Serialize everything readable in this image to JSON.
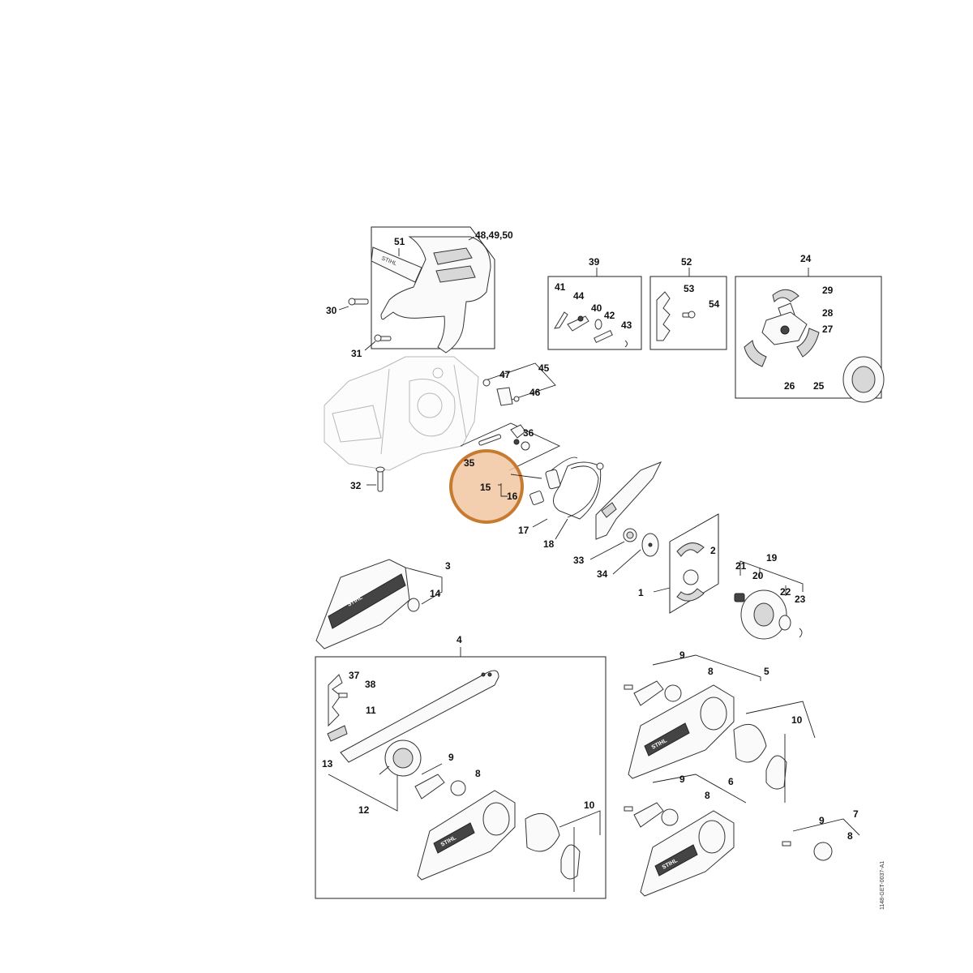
{
  "labels": {
    "p1": "1",
    "p2": "2",
    "p3": "3",
    "p4": "4",
    "p5": "5",
    "p6": "6",
    "p7": "7",
    "p8a": "8",
    "p8b": "8",
    "p8c": "8",
    "p8d": "8",
    "p9a": "9",
    "p9b": "9",
    "p9c": "9",
    "p9d": "9",
    "p10a": "10",
    "p10b": "10",
    "p11": "11",
    "p12": "12",
    "p13": "13",
    "p14": "14",
    "p15": "15",
    "p16": "16",
    "p17": "17",
    "p18": "18",
    "p19": "19",
    "p20": "20",
    "p21": "21",
    "p22": "22",
    "p23": "23",
    "p24": "24",
    "p25": "25",
    "p26": "26",
    "p27": "27",
    "p28": "28",
    "p29": "29",
    "p30": "30",
    "p31": "31",
    "p32": "32",
    "p33": "33",
    "p34": "34",
    "p35": "35",
    "p36": "36",
    "p37": "37",
    "p38": "38",
    "p39": "39",
    "p40": "40",
    "p41": "41",
    "p42": "42",
    "p43": "43",
    "p44": "44",
    "p45": "45",
    "p46": "46",
    "p47": "47",
    "p48_50": "48,49,50",
    "p51": "51",
    "p52": "52",
    "p53": "53",
    "p54": "54"
  },
  "brand_text": "STIHL",
  "drawing_code": "1148-GET-0037-A1",
  "highlight": {
    "marked_parts": [
      "15",
      "16"
    ],
    "color": "#f2c49e",
    "ring_color": "#c77a32"
  }
}
